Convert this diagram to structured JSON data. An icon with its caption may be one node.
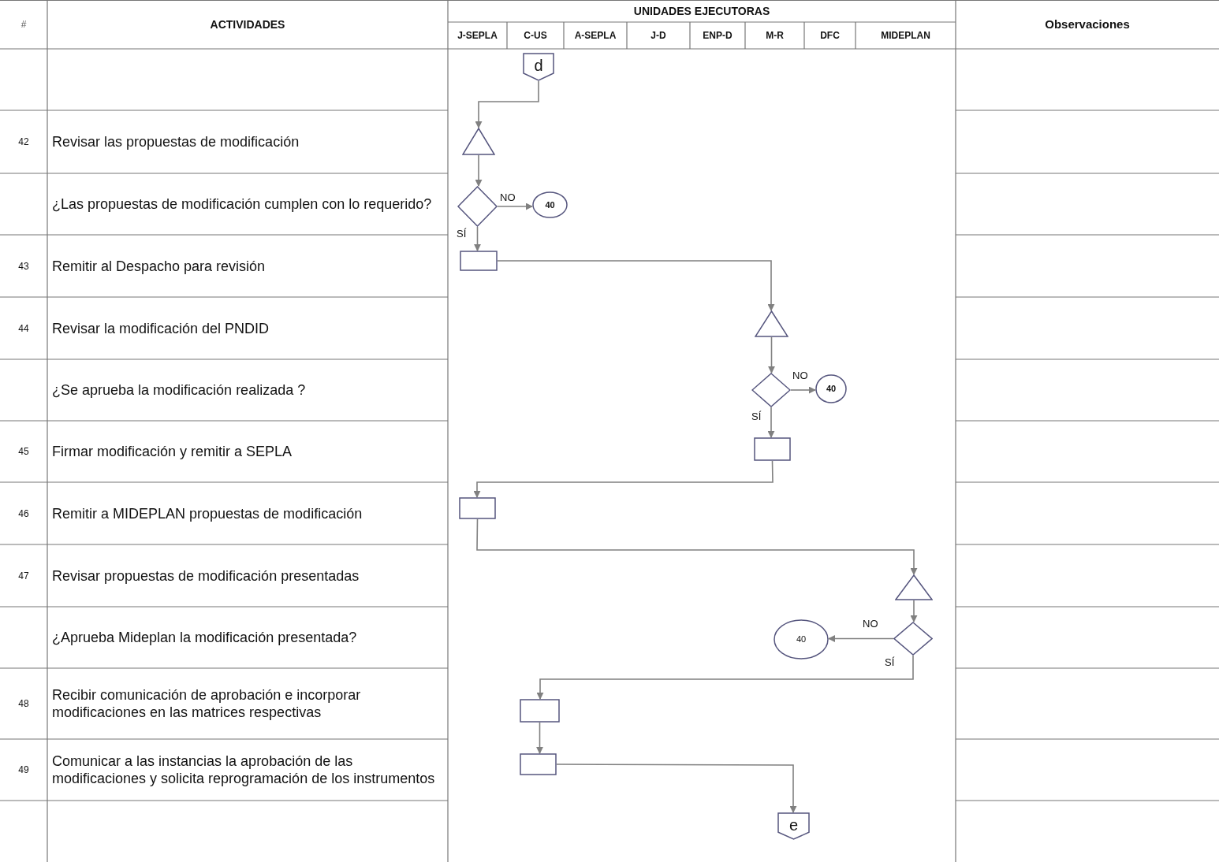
{
  "diagram": {
    "nodes": [
      {
        "text": [
          "d"
        ]
      },
      {
        "text": [],
        "shape": "triangle"
      },
      {
        "text": [],
        "shape": "diamond"
      },
      {
        "text": [
          "40"
        ]
      },
      {
        "text": [],
        "shape": "box"
      },
      {
        "text": [],
        "shape": "triangle"
      },
      {
        "text": [],
        "shape": "diamond"
      },
      {
        "text": [
          "40"
        ]
      },
      {
        "text": [],
        "shape": "box"
      },
      {
        "text": [],
        "shape": "box"
      },
      {
        "text": [],
        "shape": "triangle"
      },
      {
        "text": [],
        "shape": "diamond"
      },
      {
        "text": [
          "40"
        ]
      },
      {
        "text": [],
        "shape": "box"
      },
      {
        "text": [],
        "shape": "box"
      },
      {
        "text": [
          "e"
        ]
      }
    ],
    "edges": [
      {
        "from": 0,
        "to": 1,
        "arrow": "to"
      },
      {
        "from": 1,
        "to": 2,
        "arrow": "to"
      },
      {
        "from": 2,
        "to": 3,
        "arrow": "to",
        "label": "NO"
      },
      {
        "from": 2,
        "to": 4,
        "arrow": "to",
        "label": "SÍ"
      },
      {
        "from": 4,
        "to": 5,
        "arrow": "to"
      },
      {
        "from": 5,
        "to": 6,
        "arrow": "to"
      },
      {
        "from": 6,
        "to": 7,
        "arrow": "to",
        "label": "NO"
      },
      {
        "from": 6,
        "to": 8,
        "arrow": "to",
        "label": "SÍ"
      },
      {
        "from": 8,
        "to": 9,
        "arrow": "to"
      },
      {
        "from": 9,
        "to": 10,
        "arrow": "to"
      },
      {
        "from": 10,
        "to": 11,
        "arrow": "to"
      },
      {
        "from": 11,
        "to": 12,
        "arrow": "to",
        "label": "NO"
      },
      {
        "from": 11,
        "to": 13,
        "arrow": "to",
        "label": "SÍ"
      },
      {
        "from": 13,
        "to": 14,
        "arrow": "to"
      },
      {
        "from": 14,
        "to": 15,
        "arrow": "to"
      }
    ],
    "labels": [
      "#",
      "ACTIVIDADES",
      "UNIDADES EJECUTORAS",
      "J-SEPLA",
      "C-US",
      "A-SEPLA",
      "J-D",
      "ENP-D",
      "M-R",
      "DFC",
      "MIDEPLAN",
      "Observaciones",
      "42",
      "Revisar las propuestas de modificación",
      "¿Las propuestas de modificación cumplen con lo requerido?",
      "43",
      "Remitir al Despacho para revisión",
      "44",
      "Revisar la modificación del PNDID",
      "¿Se aprueba la modificación realizada ?",
      "45",
      "Firmar modificación y remitir a SEPLA",
      "46",
      "Remitir a MIDEPLAN propuestas de modificación",
      "47",
      "Revisar propuestas de modificación presentadas",
      "¿Aprueba Mideplan la modificación presentada?",
      "48",
      "Recibir comunicación de aprobación e incorporar modificaciones en las matrices respectivas",
      "49",
      "Comunicar a las instancias la aprobación de las modificaciones y solicita reprogramación de los instrumentos"
    ]
  }
}
